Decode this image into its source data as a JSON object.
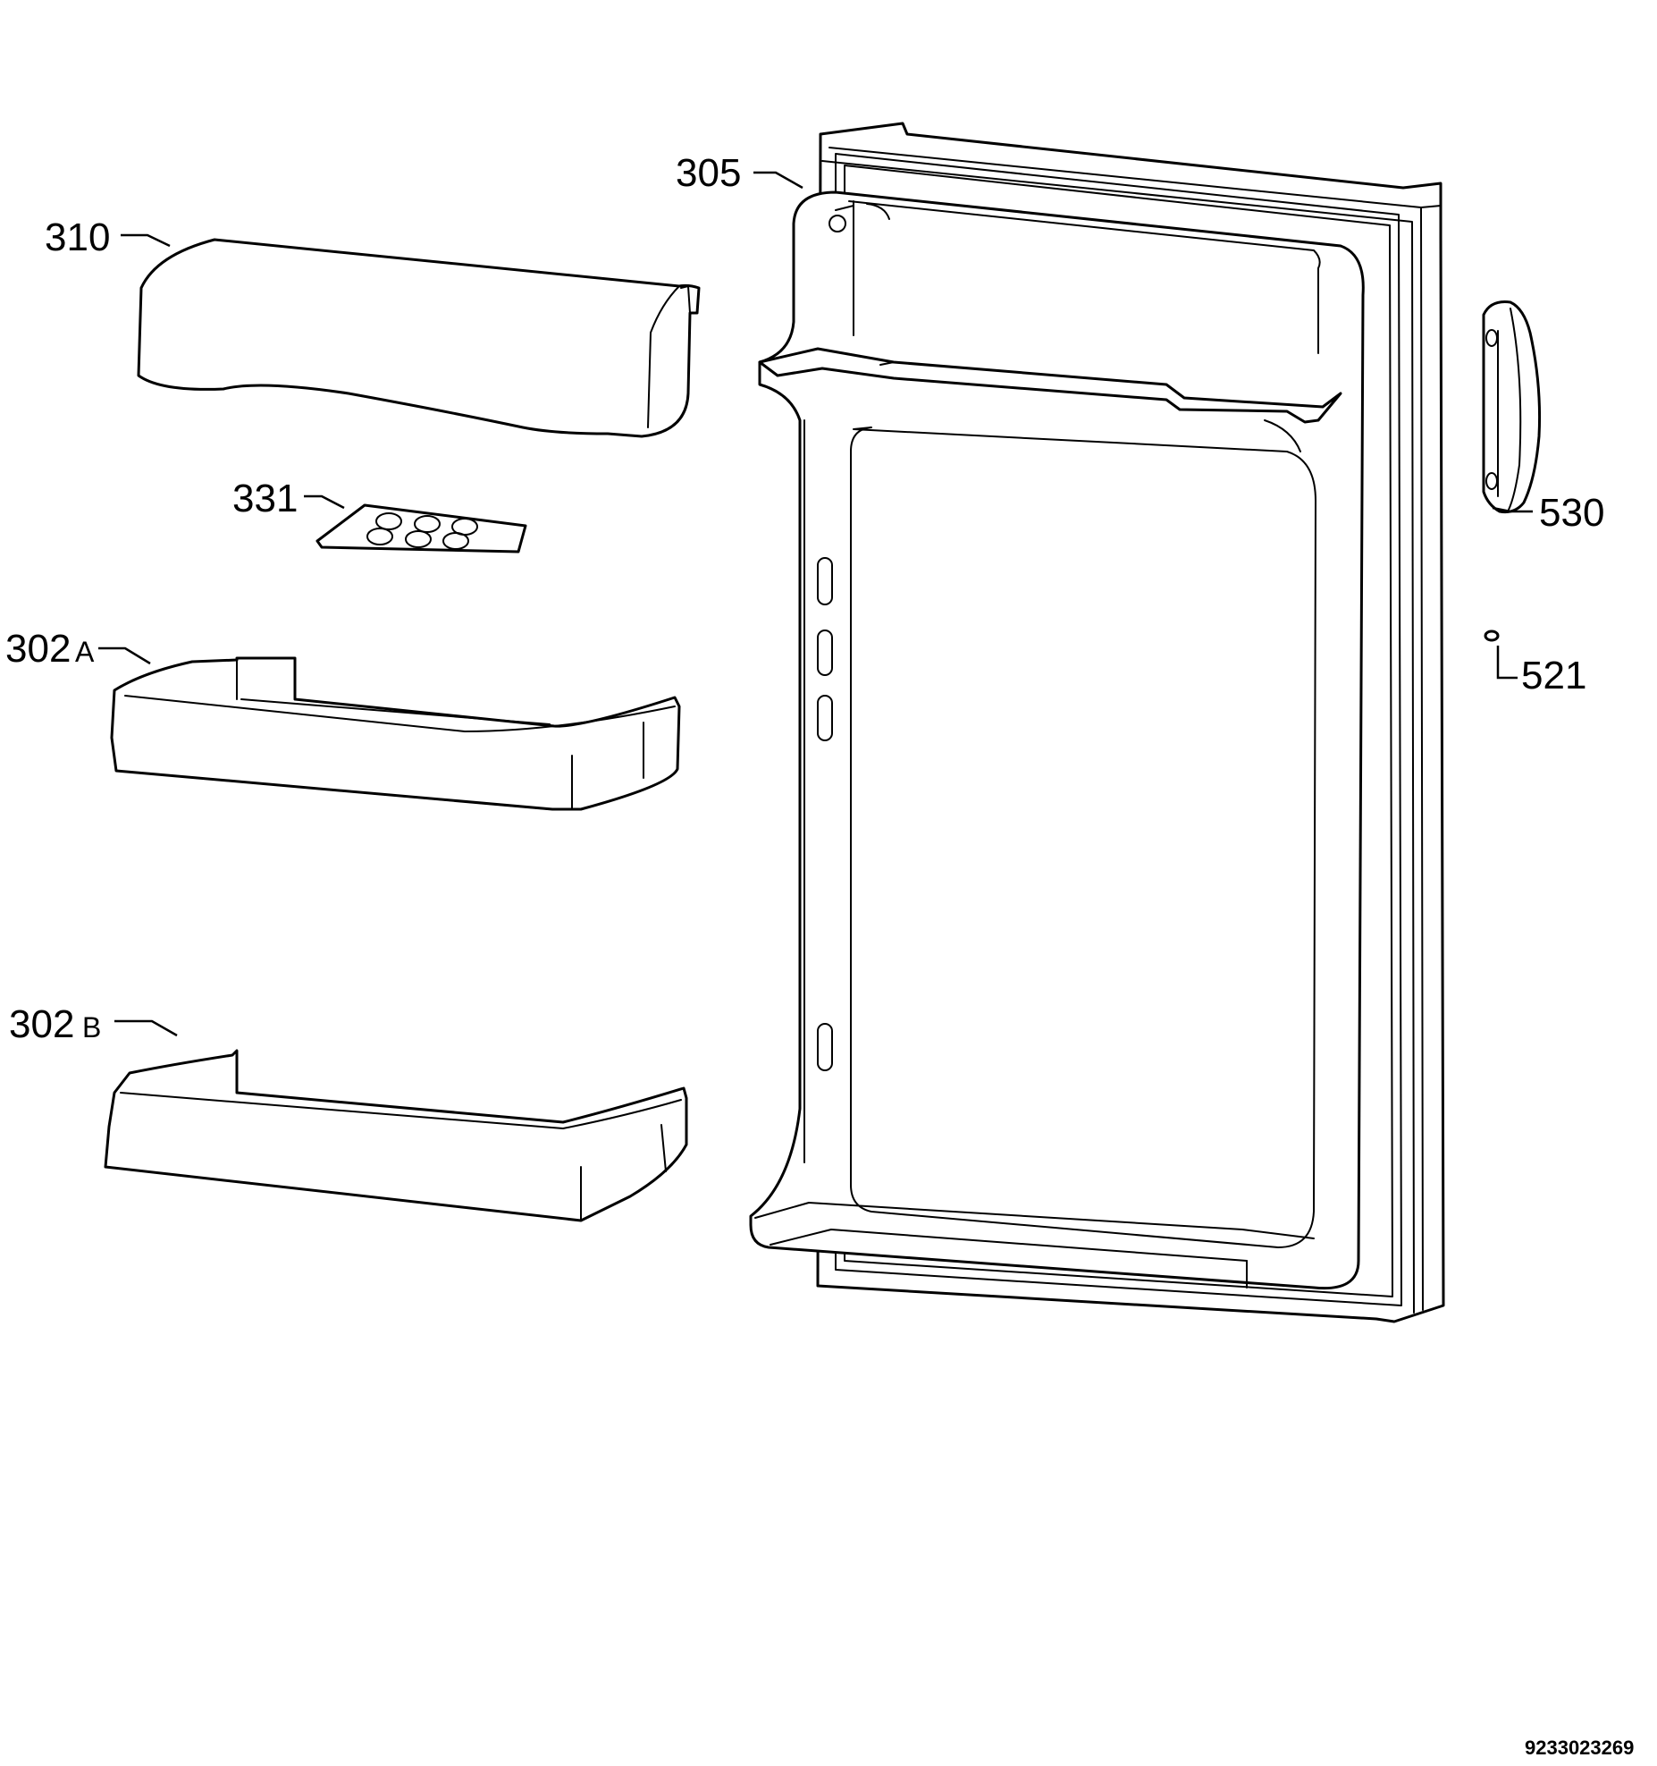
{
  "labels": {
    "door": "305",
    "top_cover": "310",
    "egg_tray": "331",
    "shelf_a_num": "302",
    "shelf_a_suffix": "A",
    "shelf_b_num": "302",
    "shelf_b_suffix": "B",
    "handle": "530",
    "cap": "521"
  },
  "document_number": "9233023269",
  "icons": {
    "door": "refrigerator-door-icon",
    "top_cover": "dairy-cover-icon",
    "egg_tray": "egg-tray-icon",
    "shelf_a": "door-shelf-icon",
    "shelf_b": "door-shelf-icon",
    "handle": "door-handle-icon",
    "cap": "screw-cap-icon"
  }
}
